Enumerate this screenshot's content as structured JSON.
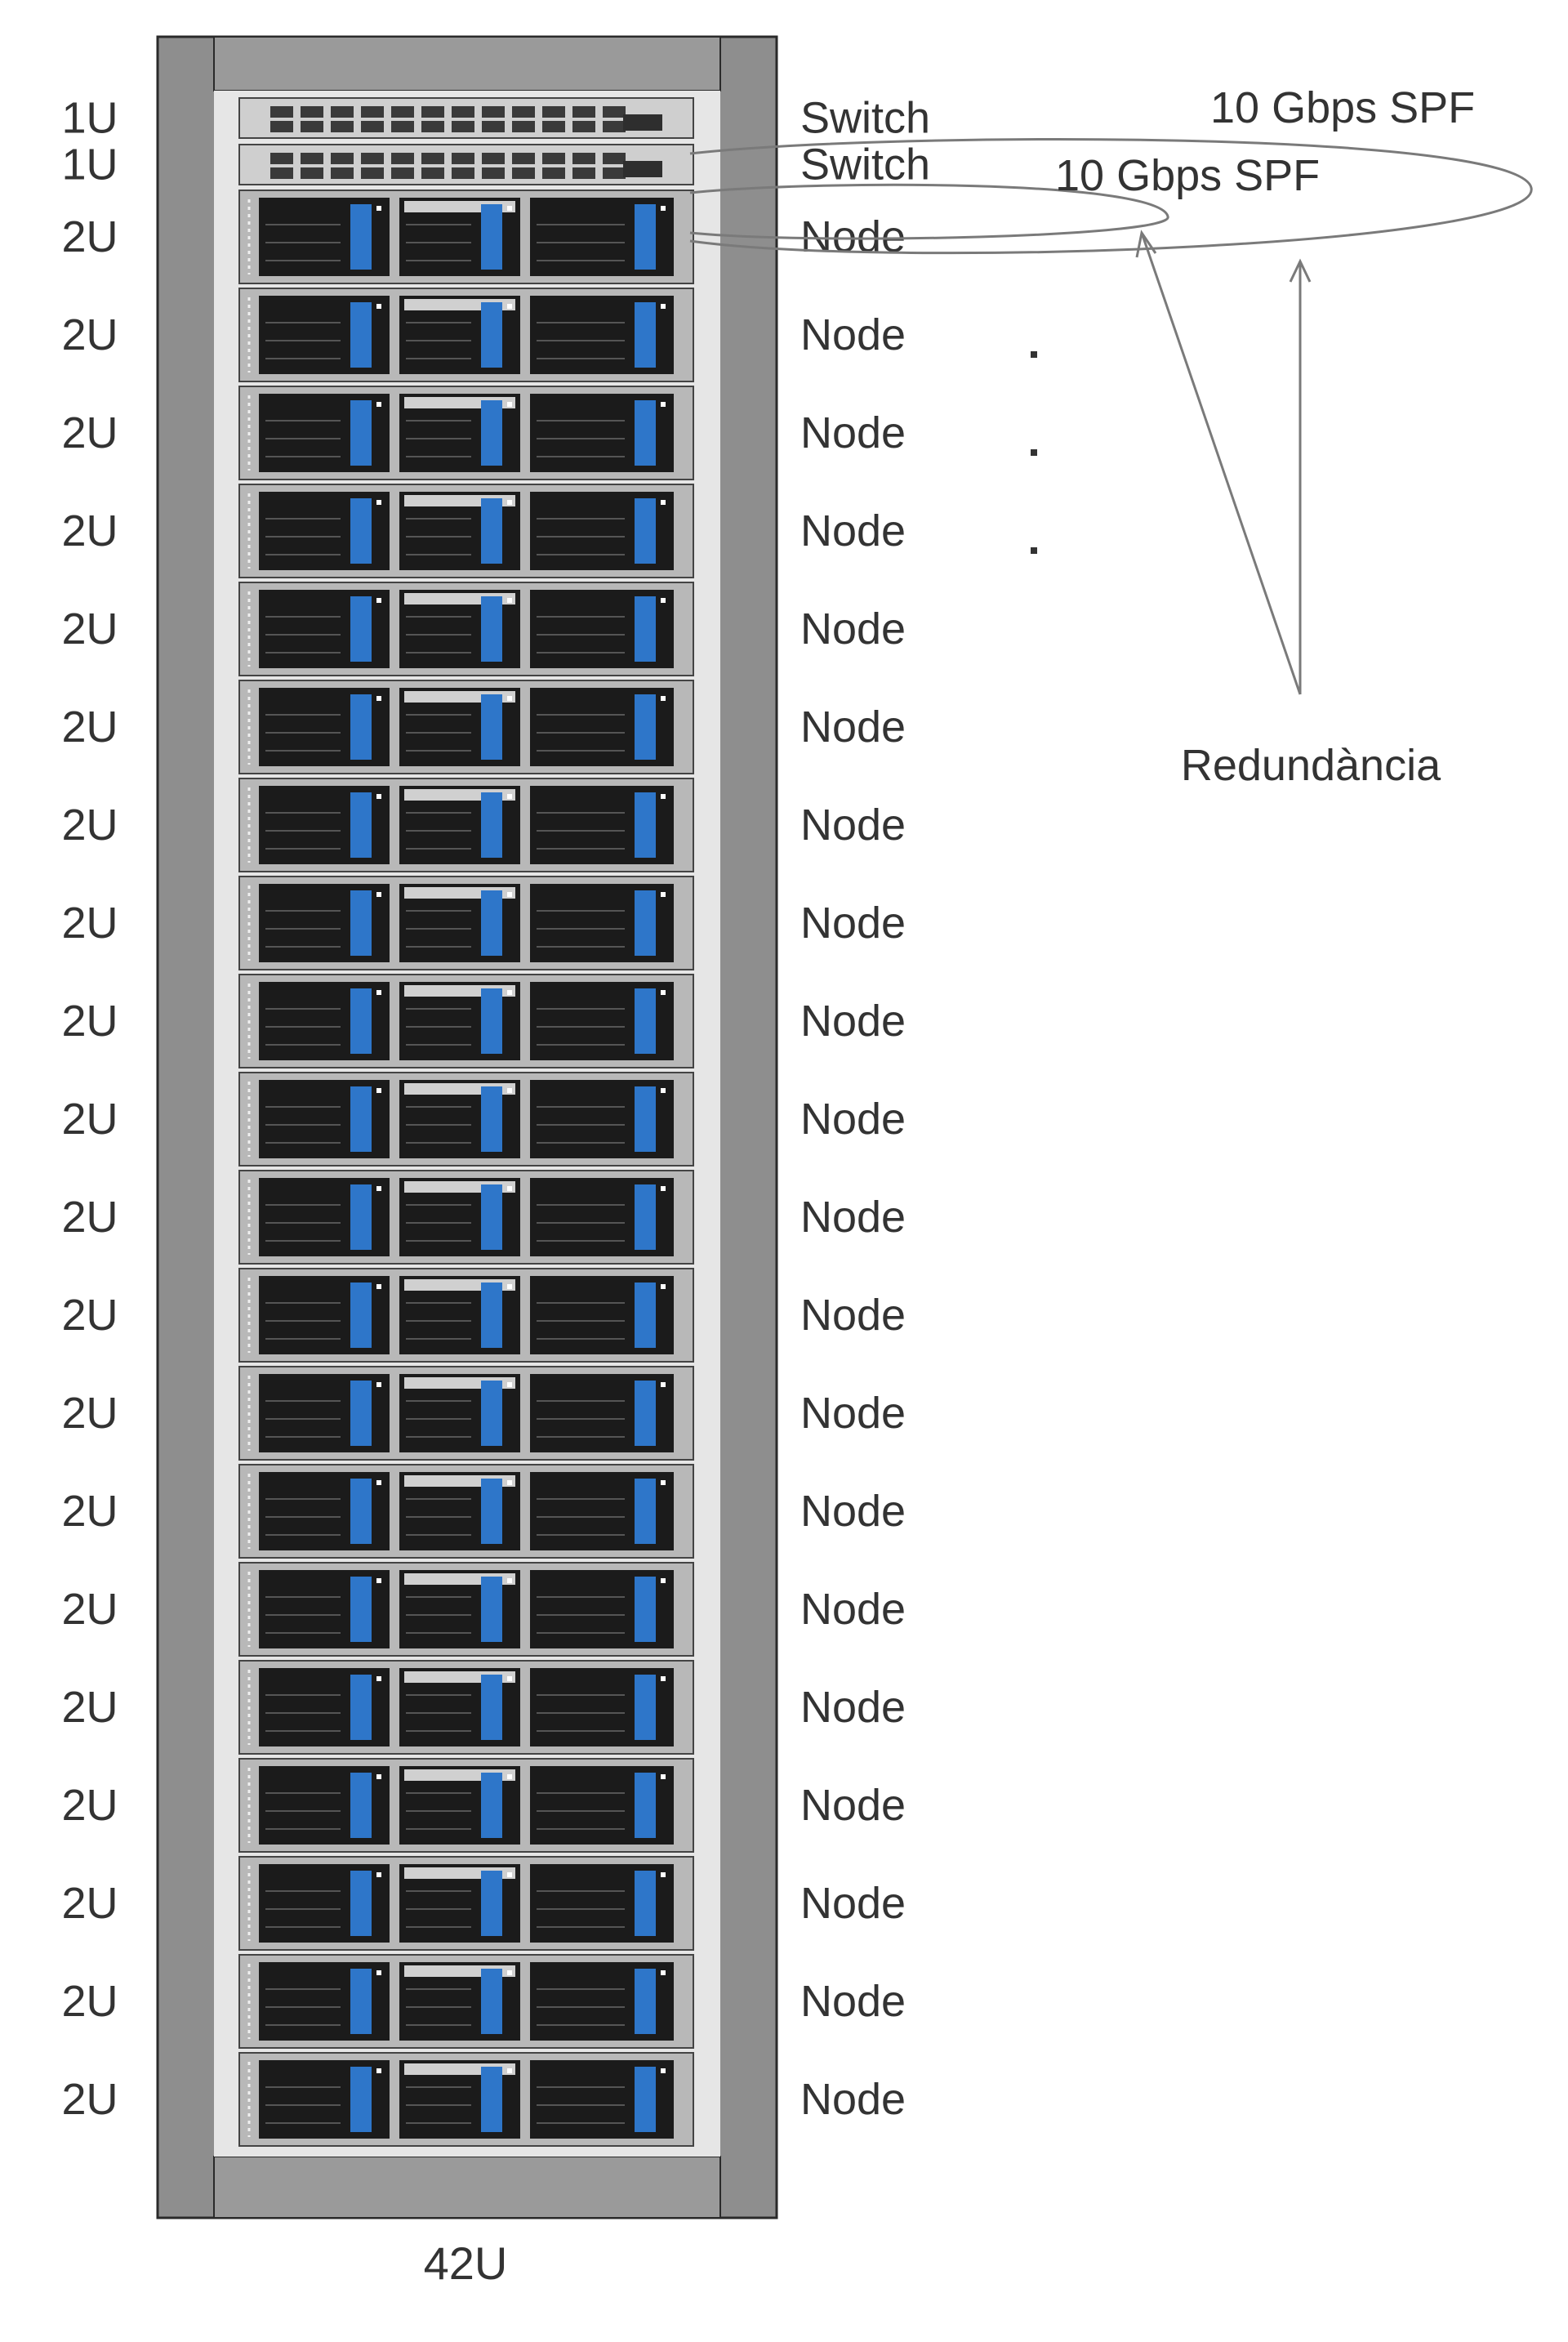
{
  "rack": {
    "capacity_label": "42U",
    "units": [
      {
        "size_label": "1U",
        "type": "switch",
        "label": "Switch"
      },
      {
        "size_label": "1U",
        "type": "switch",
        "label": "Switch"
      },
      {
        "size_label": "2U",
        "type": "node",
        "label": "Node"
      },
      {
        "size_label": "2U",
        "type": "node",
        "label": "Node"
      },
      {
        "size_label": "2U",
        "type": "node",
        "label": "Node"
      },
      {
        "size_label": "2U",
        "type": "node",
        "label": "Node"
      },
      {
        "size_label": "2U",
        "type": "node",
        "label": "Node"
      },
      {
        "size_label": "2U",
        "type": "node",
        "label": "Node"
      },
      {
        "size_label": "2U",
        "type": "node",
        "label": "Node"
      },
      {
        "size_label": "2U",
        "type": "node",
        "label": "Node"
      },
      {
        "size_label": "2U",
        "type": "node",
        "label": "Node"
      },
      {
        "size_label": "2U",
        "type": "node",
        "label": "Node"
      },
      {
        "size_label": "2U",
        "type": "node",
        "label": "Node"
      },
      {
        "size_label": "2U",
        "type": "node",
        "label": "Node"
      },
      {
        "size_label": "2U",
        "type": "node",
        "label": "Node"
      },
      {
        "size_label": "2U",
        "type": "node",
        "label": "Node"
      },
      {
        "size_label": "2U",
        "type": "node",
        "label": "Node"
      },
      {
        "size_label": "2U",
        "type": "node",
        "label": "Node"
      },
      {
        "size_label": "2U",
        "type": "node",
        "label": "Node"
      },
      {
        "size_label": "2U",
        "type": "node",
        "label": "Node"
      },
      {
        "size_label": "2U",
        "type": "node",
        "label": "Node"
      },
      {
        "size_label": "2U",
        "type": "node",
        "label": "Node"
      }
    ]
  },
  "links": [
    {
      "label": "10 Gbps SPF"
    },
    {
      "label": "10 Gbps SPF"
    }
  ],
  "annotation": {
    "label": "Redundància"
  },
  "colors": {
    "frame": "#8e8e8e",
    "frame_edge": "#2a2a2a",
    "bay": "#e6e6e6",
    "node_body": "#1b1b1b",
    "drive_led": "#2e76c9",
    "line": "#7a7a7a"
  }
}
